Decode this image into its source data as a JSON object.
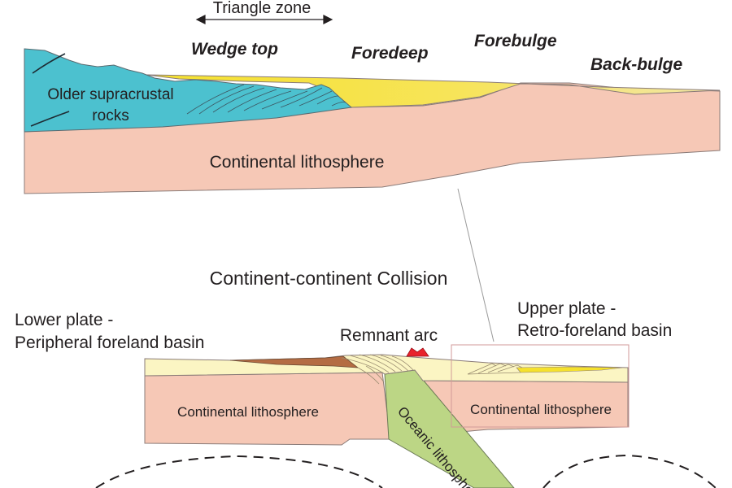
{
  "top_section": {
    "triangle_zone": "Triangle zone",
    "zones": {
      "wedge_top": "Wedge top",
      "foredeep": "Foredeep",
      "forebulge": "Forebulge",
      "back_bulge": "Back-bulge"
    },
    "older_rocks_line1": "Older supracrustal",
    "older_rocks_line2": "rocks",
    "lithosphere": "Continental lithosphere"
  },
  "bottom_section": {
    "title": "Continent-continent Collision",
    "lower_plate_line1": "Lower plate -",
    "lower_plate_line2": "Peripheral foreland basin",
    "remnant_arc": "Remnant arc",
    "upper_plate_line1": "Upper plate -",
    "upper_plate_line2": "Retro-foreland basin",
    "lithosphere_left": "Continental lithosphere",
    "lithosphere_right": "Continental lithosphere",
    "oceanic": "Oceanic lithosphe"
  },
  "colors": {
    "lithosphere": "#f6c8b6",
    "supracrustal": "#4cc1cf",
    "foreland_fill": "#f5e12d",
    "pale_sediment": "#fbf5c3",
    "brown_sediment": "#b46c43",
    "oceanic": "#bcd685",
    "arc": "#e8222c"
  }
}
